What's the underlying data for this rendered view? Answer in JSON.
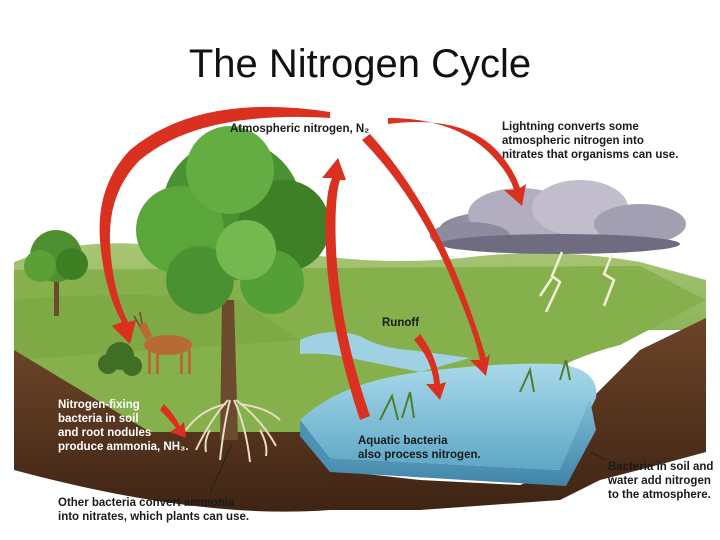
{
  "title": "The Nitrogen Cycle",
  "labels": {
    "atmospheric": "Atmospheric nitrogen, N₂",
    "lightning": "Lightning converts some\natmospheric nitrogen into\nnitrates that organisms can use.",
    "runoff": "Runoff",
    "fixing": "Nitrogen-fixing\nbacteria in soil\nand root nodules\nproduce ammonia, NH₃.",
    "aquatic": "Aquatic bacteria\nalso process nitrogen.",
    "soil_bacteria": "Bacteria in soil and\nwater add nitrogen\nto the atmosphere.",
    "other_bacteria": "Other bacteria convert ammonia\ninto nitrates, which plants can use."
  },
  "colors": {
    "arrow": "#d9301f",
    "soil": "#5a3620",
    "grass": "#7fae43",
    "water": "#7fc0d8",
    "cloud": "#8e8a99",
    "sky": "#ffffff"
  }
}
